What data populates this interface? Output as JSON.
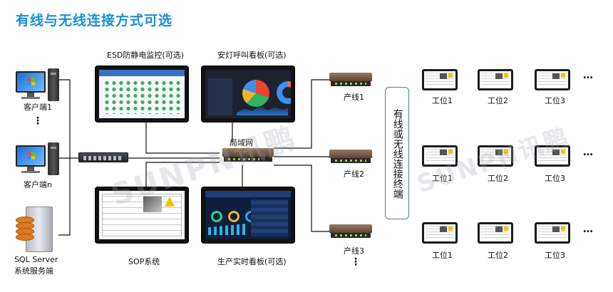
{
  "title": "有线与无线连接方式可选",
  "systems": {
    "esd": "ESD防静电监控(可选)",
    "andon": "安灯呼叫看板(可选)",
    "sop": "SOP系统",
    "production": "生产实时看板(可选)"
  },
  "clients": {
    "client1": "客户端1",
    "clientn": "客户端n",
    "sql_line1": "SQL  Server",
    "sql_line2": "系统服务端",
    "dots": "⋮"
  },
  "network": {
    "lan": "局域网"
  },
  "lines": {
    "line1": "产线1",
    "line2": "产线2",
    "line3": "产线3",
    "dots": "⋮"
  },
  "terminal_label": "有线或无线连接终端",
  "stations": {
    "s1": "工位1",
    "s2": "工位2",
    "s3": "工位3",
    "dots": "…"
  },
  "watermark": "SUNPN讯鹏",
  "icons": [
    "desktop-computer-icon",
    "server-database-icon",
    "network-switch-icon",
    "router-icon",
    "terminal-tablet-icon"
  ]
}
